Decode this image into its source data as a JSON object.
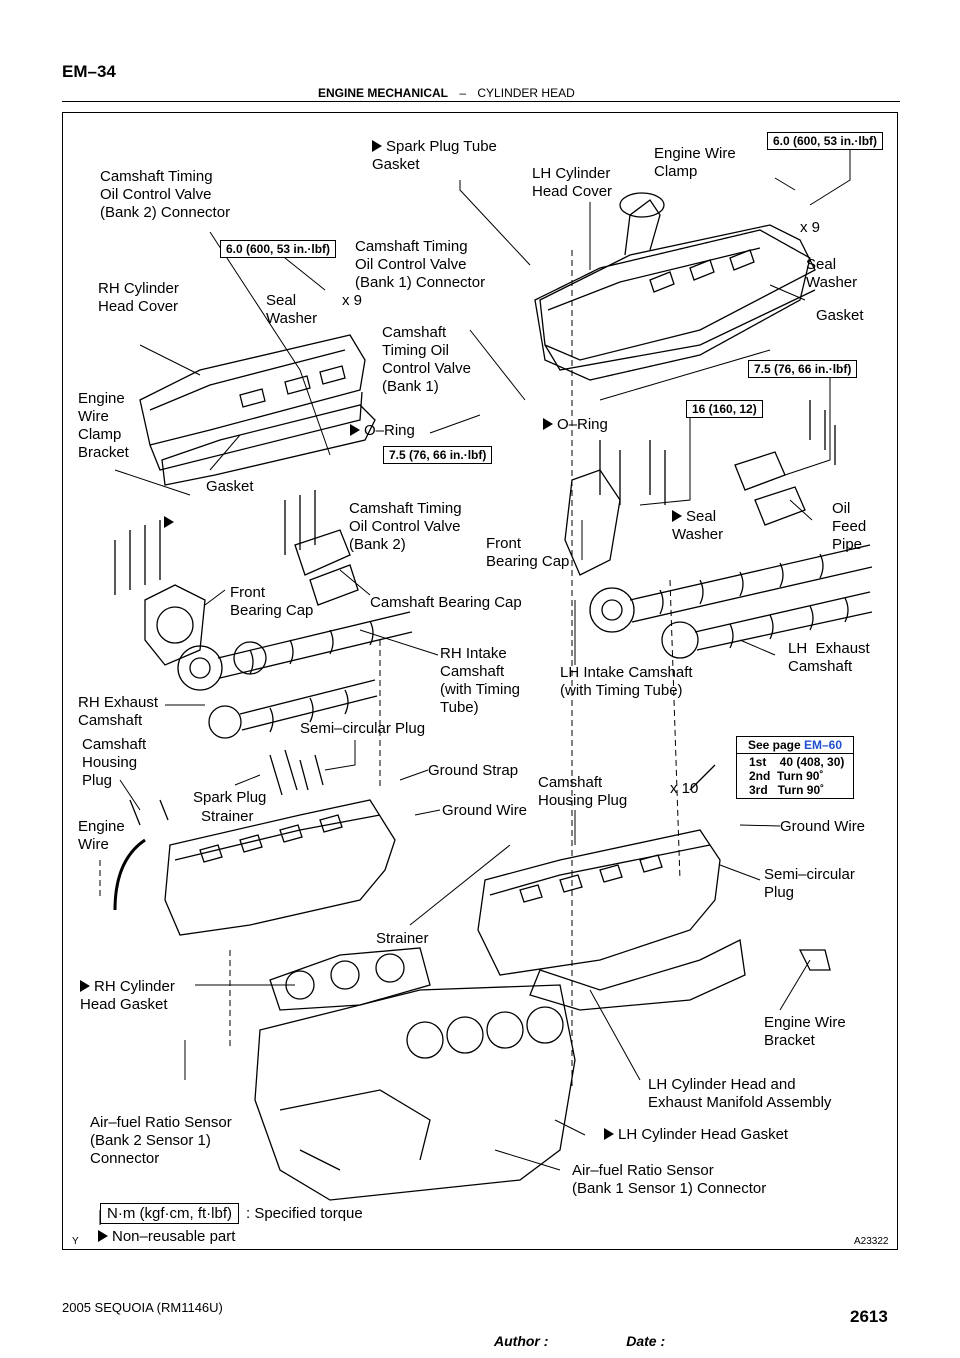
{
  "header": {
    "code": "EM–34",
    "section_bold": "ENGINE MECHANICAL",
    "section_sep": "–",
    "section_sub": "CYLINDER HEAD"
  },
  "labels": {
    "cam_timing_bank2_conn": "Camshaft Timing\nOil Control Valve\n(Bank 2) Connector",
    "spark_plug_tube_gasket": "Spark Plug Tube\nGasket",
    "lh_cyl_head_cover": "LH Cylinder\nHead Cover",
    "engine_wire_clamp": "Engine Wire\nClamp",
    "x9_right": "x 9",
    "seal_washer_right": "Seal\nWasher",
    "gasket_right": "Gasket",
    "cam_timing_bank1_conn": "Camshaft Timing\nOil Control Valve\n(Bank 1) Connector",
    "rh_cyl_head_cover": "RH Cylinder\nHead Cover",
    "seal_washer_left": "Seal\nWasher",
    "x9_left": "x 9",
    "cam_timing_bank1": "Camshaft\nTiming Oil\nControl Valve\n(Bank 1)",
    "engine_wire_clamp_bracket": "Engine\nWire\nClamp\nBracket",
    "oring_left": "O–Ring",
    "oring_right": "O–Ring",
    "gasket_left": "Gasket",
    "cam_timing_bank2": "Camshaft Timing\nOil Control Valve\n(Bank 2)",
    "seal_washer_mid": "Seal\nWasher",
    "oil_feed_pipe": "Oil\nFeed\nPipe",
    "front_bearing_cap_right": "Front\nBearing Cap",
    "front_bearing_cap_left": "Front\nBearing Cap",
    "camshaft_bearing_cap": "Camshaft Bearing Cap",
    "rh_intake_camshaft": "RH Intake\nCamshaft\n(with Timing\nTube)",
    "lh_exhaust_camshaft": "LH  Exhaust\nCamshaft",
    "lh_intake_camshaft": "LH Intake Camshaft\n(with Timing Tube)",
    "rh_exhaust_camshaft": "RH Exhaust\nCamshaft",
    "semi_circular_plug_left": "Semi–circular Plug",
    "camshaft_housing_plug_left": "Camshaft\nHousing\nPlug",
    "spark_plug": "Spark Plug",
    "strainer_left": "Strainer",
    "ground_strap": "Ground Strap",
    "ground_wire_mid": "Ground Wire",
    "camshaft_housing_plug_mid": "Camshaft\nHousing Plug",
    "x10": "x 10",
    "ground_wire_right": "Ground Wire",
    "engine_wire": "Engine\nWire",
    "semi_circular_plug_right": "Semi–circular\nPlug",
    "strainer_mid": "Strainer",
    "rh_cyl_head_gasket": "RH Cylinder\nHead Gasket",
    "engine_wire_bracket": "Engine Wire\nBracket",
    "lh_cyl_head_exhaust": "LH Cylinder Head and\nExhaust Manifold Assembly",
    "af_sensor_bank2": "Air–fuel Ratio Sensor\n(Bank 2 Sensor 1)\nConnector",
    "lh_cyl_head_gasket": "LH Cylinder Head Gasket",
    "af_sensor_bank1": "Air–fuel Ratio Sensor\n(Bank 1 Sensor 1) Connector"
  },
  "torques": {
    "t1": "6.0 (600, 53 in.·lbf)",
    "t2": "6.0 (600, 53 in.·lbf)",
    "t3": "7.5 (76, 66 in.·lbf)",
    "t4": "16 (160, 12)",
    "t5": "7.5 (76, 66 in.·lbf)"
  },
  "see_page": {
    "prefix": "See page ",
    "link": "EM–60",
    "steps": "1st    40 (408, 30)\n2nd  Turn 90˚\n3rd   Turn 90˚"
  },
  "legend": {
    "unit_box": "N·m (kgf·cm, ft·lbf)",
    "unit_text": ": Specified torque",
    "nonreusable": "Non–reusable part"
  },
  "figure_id": "A23322",
  "corner_mark": "Y",
  "footer": {
    "model": "2005 SEQUOIA   (RM1146U)",
    "author_date": "Author :                    Date :",
    "page": "2613"
  },
  "colors": {
    "link": "#1f4fd0",
    "ink": "#000000"
  }
}
